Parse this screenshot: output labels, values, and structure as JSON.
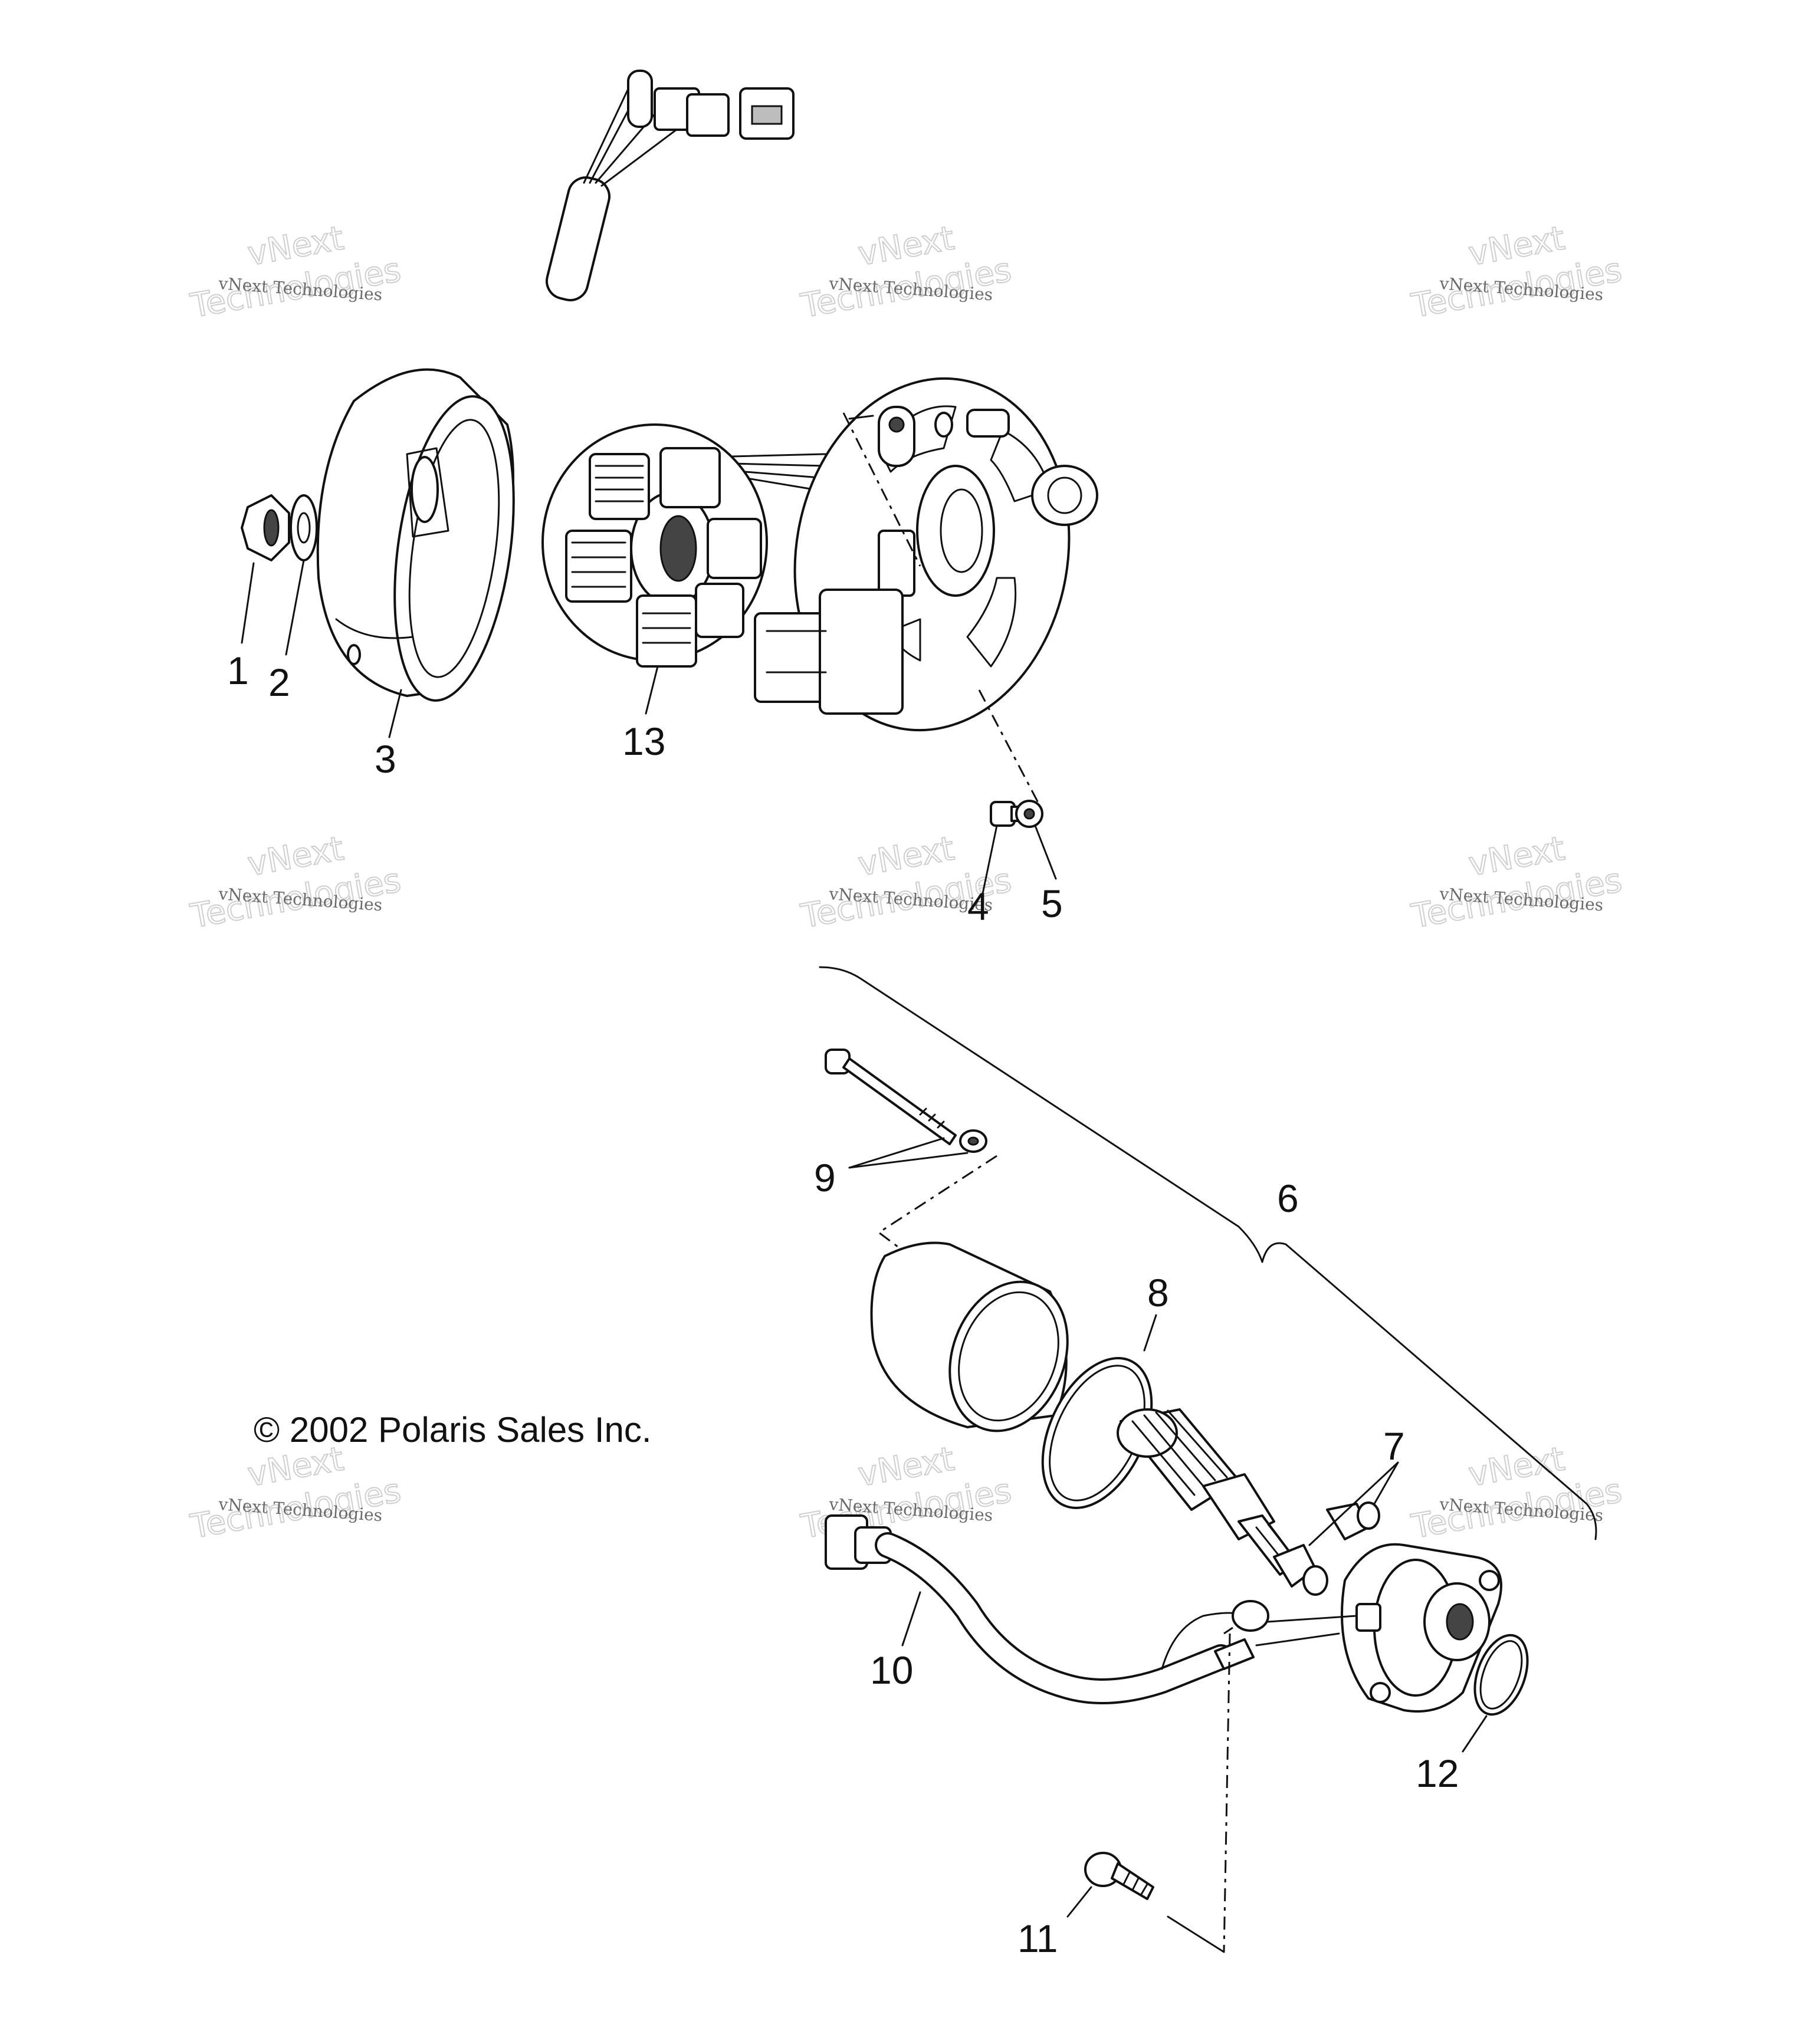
{
  "copyright": "© 2002 Polaris Sales Inc.",
  "watermark": {
    "line1": "vNext Technologies",
    "line2": "vNext",
    "line3": "Technologies"
  },
  "callouts": {
    "c1": "1",
    "c2": "2",
    "c3": "3",
    "c4": "4",
    "c5": "5",
    "c6": "6",
    "c7": "7",
    "c8": "8",
    "c9": "9",
    "c10": "10",
    "c11": "11",
    "c12": "12",
    "c13": "13"
  }
}
